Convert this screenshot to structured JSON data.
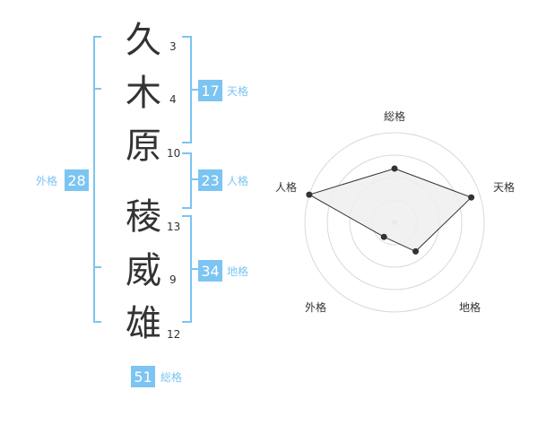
{
  "name": {
    "chars": [
      {
        "char": "久",
        "strokes": "3"
      },
      {
        "char": "木",
        "strokes": "4"
      },
      {
        "char": "原",
        "strokes": "10"
      },
      {
        "char": "稜",
        "strokes": "13"
      },
      {
        "char": "威",
        "strokes": "9"
      },
      {
        "char": "雄",
        "strokes": "12"
      }
    ]
  },
  "kakusu": {
    "tenkaku": {
      "value": "17",
      "label": "天格"
    },
    "jinkaku": {
      "value": "23",
      "label": "人格"
    },
    "chikaku": {
      "value": "34",
      "label": "地格"
    },
    "gaikaku": {
      "value": "28",
      "label": "外格"
    },
    "soukaku": {
      "value": "51",
      "label": "総格"
    }
  },
  "colors": {
    "accent": "#7cc4f2",
    "badge_text": "#ffffff",
    "label_text": "#7cc4f2",
    "char_text": "#333333",
    "stroke_text": "#333333",
    "radar_fill": "#eeeeee",
    "radar_line": "#333333",
    "ring": "#d9d9d9"
  },
  "chart_data": {
    "type": "radar",
    "axes": [
      "総格",
      "天格",
      "地格",
      "外格",
      "人格"
    ],
    "values": [
      0.6,
      0.9,
      0.4,
      0.2,
      1.0
    ],
    "rings": 4
  }
}
